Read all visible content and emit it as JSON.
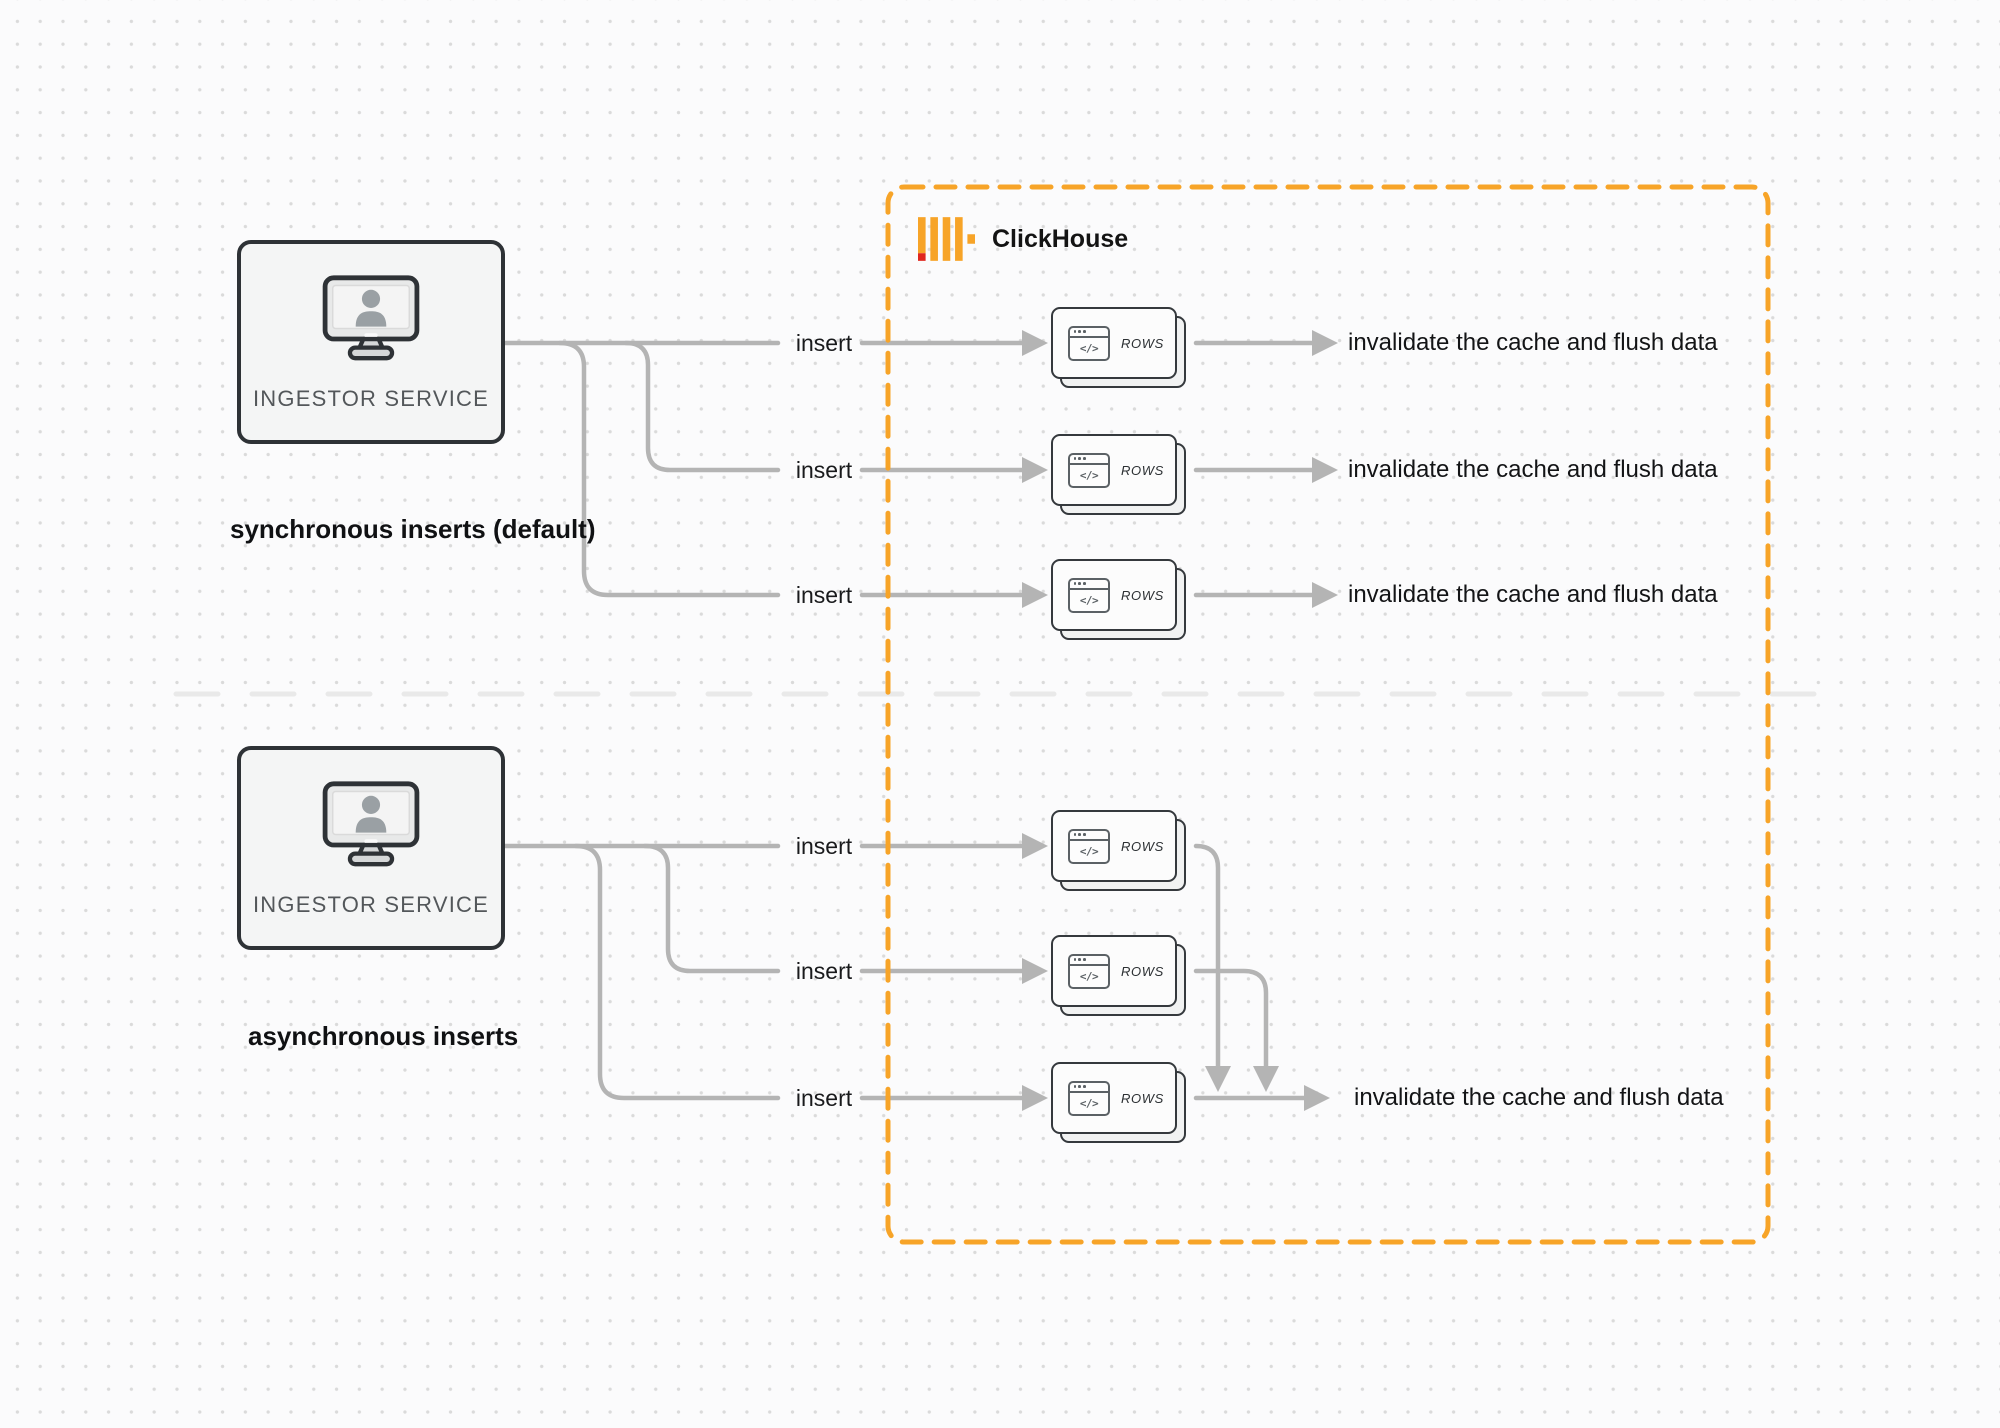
{
  "diagram": {
    "clickhouse_label": "ClickHouse",
    "sync_caption": "synchronous inserts (default)",
    "async_caption": "asynchronous inserts",
    "ingestors": [
      {
        "label": "INGESTOR SERVICE"
      },
      {
        "label": "INGESTOR SERVICE"
      }
    ],
    "insert_labels": [
      "insert",
      "insert",
      "insert",
      "insert",
      "insert",
      "insert"
    ],
    "invalidate_labels": [
      "invalidate the cache and flush data",
      "invalidate the cache and flush data",
      "invalidate the cache and flush data",
      "invalidate the cache and flush data"
    ],
    "rows_cards": [
      {
        "label": "ROWS",
        "icon": "</>"
      },
      {
        "label": "ROWS",
        "icon": "</>"
      },
      {
        "label": "ROWS",
        "icon": "</>"
      },
      {
        "label": "ROWS",
        "icon": "</>"
      },
      {
        "label": "ROWS",
        "icon": "</>"
      },
      {
        "label": "ROWS",
        "icon": "</>"
      }
    ],
    "colors": {
      "accent_orange": "#F7A428",
      "logo_red": "#E0271E",
      "connector_gray": "#B4B4B4",
      "box_border_dark": "#2E3236",
      "divider_gray": "#E9E9E9"
    }
  }
}
